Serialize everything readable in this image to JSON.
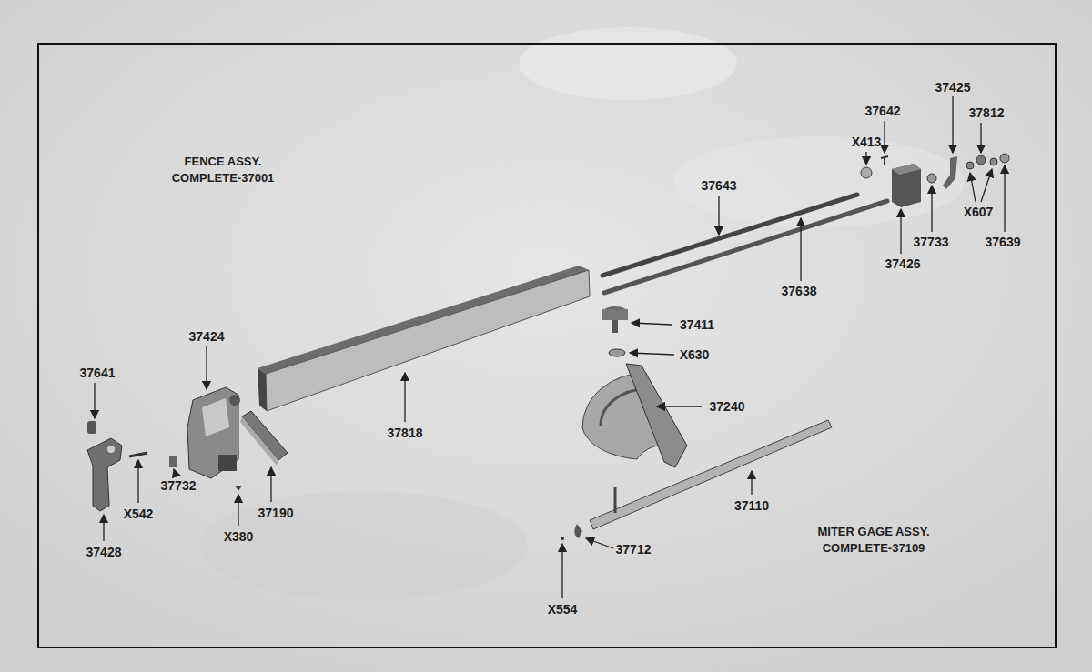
{
  "diagram": {
    "labels": [
      "37425",
      "37642",
      "37812",
      "X413",
      "37643",
      "FENCE ASSY. COMPLETE-37001",
      "X607",
      "37733",
      "37639",
      "37426",
      "37638",
      "37411",
      "X630",
      "37424",
      "37240",
      "37641",
      "37818",
      "X542",
      "37732",
      "37110",
      "X380",
      "37190",
      "MITER GAGE ASSY. COMPLETE-37109",
      "37428",
      "37712",
      "X554"
    ]
  }
}
